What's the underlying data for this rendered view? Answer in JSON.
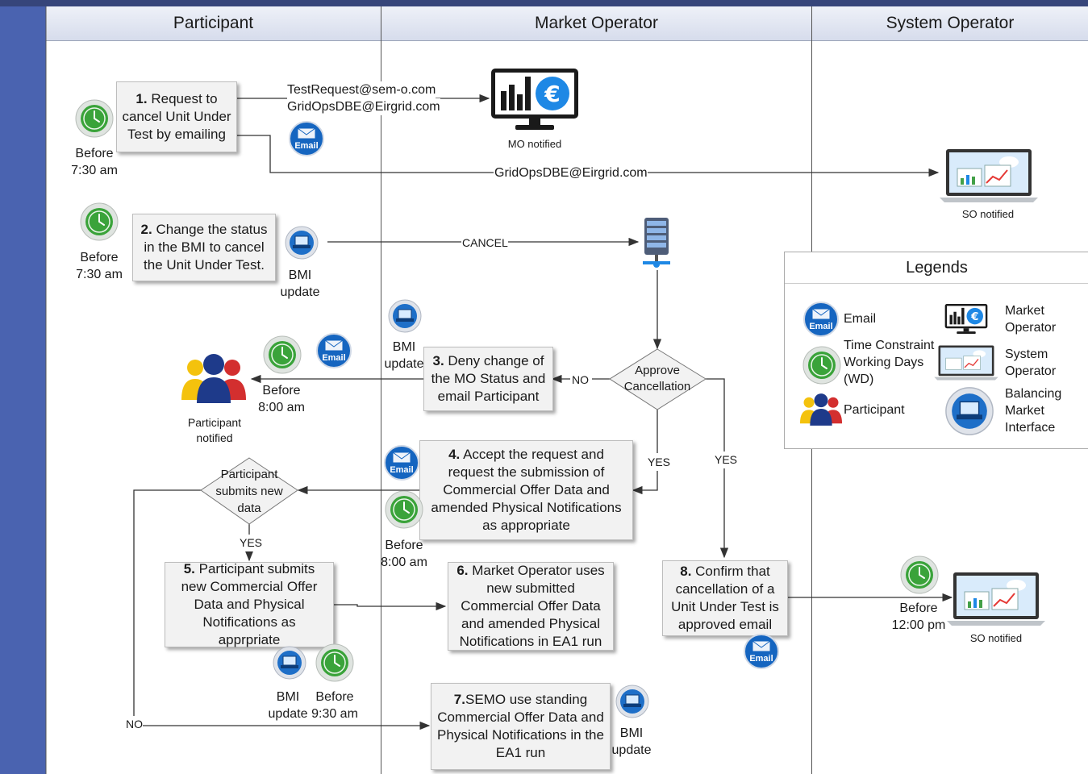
{
  "lanes": [
    "Participant",
    "Market Operator",
    "System Operator"
  ],
  "emails": {
    "to_mo_line1": "TestRequest@sem-o.com",
    "to_mo_line2": "GridOpsDBE@Eirgrid.com",
    "to_so": "GridOpsDBE@Eirgrid.com"
  },
  "steps": {
    "s1": {
      "num": "1.",
      "lines": [
        "Request to",
        "cancel Unit Under",
        "Test  by emailing"
      ]
    },
    "s2": {
      "num": "2.",
      "lines": [
        "Change the status",
        "in the BMI to cancel",
        "the Unit Under Test."
      ]
    },
    "s3": {
      "num": "3.",
      "lines": [
        "Deny change of",
        "the MO Status and",
        "email Participant"
      ]
    },
    "s4": {
      "num": "4.",
      "lines": [
        "Accept the request and",
        "request the submission of",
        "Commercial Offer Data and",
        "amended Physical Notifications",
        "as appropriate"
      ]
    },
    "s5": {
      "num": "5.",
      "lines": [
        "Participant submits",
        "new Commercial Offer",
        "Data and Physical",
        "Notifications as",
        "apprpriate"
      ]
    },
    "s6": {
      "num": "6.",
      "lines": [
        "Market Operator  uses",
        "new submitted",
        "Commercial Offer Data",
        "and amended Physical",
        "Notifications in EA1 run"
      ]
    },
    "s7": {
      "num": "7.",
      "lines": [
        "SEMO use standing",
        "Commercial Offer Data and",
        "Physical Notifications in the",
        "EA1 run"
      ]
    },
    "s8": {
      "num": "8.",
      "lines": [
        "Confirm that",
        "cancellation of a",
        "Unit Under Test is",
        "approved email"
      ]
    }
  },
  "decisions": {
    "approve": [
      "Approve",
      "Cancellation"
    ],
    "submits": [
      "Participant",
      "submits new",
      "data"
    ]
  },
  "flow_labels": {
    "cancel": "CANCEL",
    "no": "NO",
    "yes": "YES"
  },
  "times": {
    "before": "Before",
    "t730": "7:30 am",
    "t800": "8:00 am",
    "t930": "9:30 am",
    "t1200": "12:00 pm"
  },
  "notes": {
    "mo_notified": "MO notified",
    "so_notified": "SO notified",
    "participant_notified": [
      "Participant",
      "notified"
    ],
    "bmi": "BMI",
    "update": "update"
  },
  "icon_text": {
    "email": "Email"
  },
  "legend": {
    "title": "Legends",
    "email": "Email",
    "time": [
      "Time Constraint",
      "Working Days",
      "(WD)"
    ],
    "participant": "Participant",
    "mo": [
      "Market",
      "Operator"
    ],
    "so": [
      "System",
      "Operator"
    ],
    "bmi": [
      "Balancing",
      "Market",
      "Interface"
    ]
  },
  "colors": {
    "sidebar": "#4a63b0",
    "email_blue": "#1565c0",
    "clock_green": "#3aa33a",
    "euro_blue": "#1e88e5"
  }
}
